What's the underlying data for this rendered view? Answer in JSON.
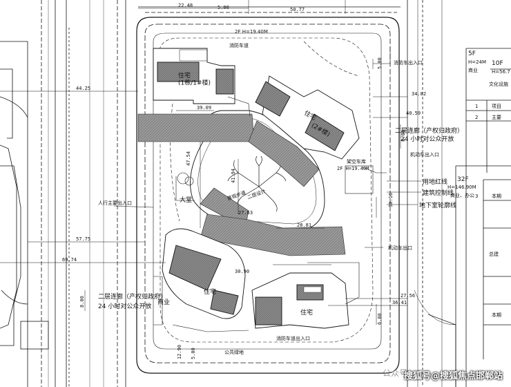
{
  "legend": {
    "site_line": "用地红线",
    "building_line": "建筑控制线",
    "basement_line": "地下室轮廓线"
  },
  "labels": {
    "bldg_tl": "住宅\n(1栋/1#楼)",
    "bldg_tr": "住宅\n(2#楼)",
    "bldg_bl": "住宅",
    "bldg_bc": "住宅",
    "podium_left": "商业",
    "plaza": "景观步道\n二层设计",
    "hall": "大堂",
    "garage": "架空车库",
    "garage_sub": "2F H=19.40M",
    "corridor_right": "二层连廊（产权归政府）",
    "corridor_right_2": "24 小时对公众开放",
    "corridor_left": "二层连廊（产权归政府）",
    "corridor_left_2": "24 小时对公众开放",
    "motor_in": "机动车出入口",
    "motor_out": "机动车出口",
    "ped_entry": "人行主要出入口",
    "fire_entry": "消防车出入口",
    "fire_exit": "消防车道出入口",
    "top_note": "2F H=19.40M",
    "road_bottom": "公共绿地",
    "fire_lane": "消防车道"
  },
  "dims": {
    "top_width": "50.77",
    "top_a": "22.48",
    "top_b": "5.00",
    "left_a": "44.25",
    "left_b": "57.75",
    "left_c": "69.74",
    "right_a": "34.82",
    "right_b": "40.59",
    "right_c": "27.56",
    "right_d": "36.41",
    "mid_a": "39.09",
    "mid_b": "47.54",
    "mid_c": "41.94",
    "mid_d": "28.81",
    "mid_e": "30.90",
    "mid_f": "30.16",
    "mid_g": "27.63",
    "vert_a": "8.00",
    "vert_b": "8.00",
    "side_a": "5.00",
    "side_b": "6.00",
    "bottom_a": "12.90",
    "bottom_b": "5.00"
  },
  "side_buildings": {
    "b1": {
      "floors": "5F",
      "height": "H=24M",
      "use": "商业"
    },
    "b2": {
      "floors": "10F",
      "height": "H=56.7"
    },
    "b3": {
      "floors": "32F",
      "height": "H=146.90M",
      "use": "商业、办公"
    },
    "b3_note": "文化设施"
  },
  "right_table": {
    "rows": [
      "项目",
      "主要",
      "本期",
      "总建",
      "本期"
    ],
    "numbers": [
      "1",
      "2",
      "3"
    ]
  },
  "watermark": "搜狐号@搜狐焦点邯郸站",
  "watermark_logo": "公众号",
  "colors": {
    "line": "#111111",
    "hatch": "#8f8f8f",
    "roof": "#7a7a7a",
    "bg": "#ffffff"
  }
}
